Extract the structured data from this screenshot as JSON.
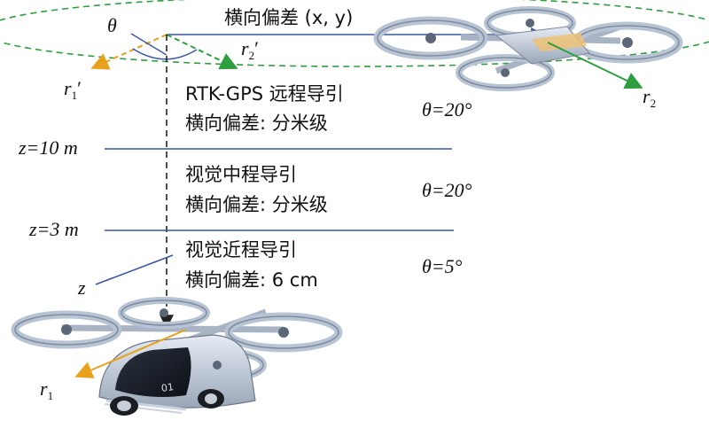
{
  "top": {
    "lateral_label": "横向偏差 (x, y)",
    "theta_symbol": "θ",
    "r1_prime": "r",
    "r1_prime_sub": "1",
    "r1_prime_mark": "′",
    "r2_prime": "r",
    "r2_prime_sub": "2",
    "r2_prime_mark": "′",
    "r2": "r",
    "r2_sub": "2"
  },
  "stages": [
    {
      "title": "RTK-GPS 远程导引",
      "deviation": "横向偏差: 分米级",
      "angle": "θ=20°"
    },
    {
      "title": "视觉中程导引",
      "deviation": "横向偏差: 分米级",
      "angle": "θ=20°"
    },
    {
      "title": "视觉近程导引",
      "deviation": "横向偏差: 6 cm",
      "angle": "θ=5°"
    }
  ],
  "heights": {
    "z10": "z=10 m",
    "z3": "z=3 m",
    "z_axis": "z"
  },
  "bottom": {
    "r1": "r",
    "r1_sub": "1",
    "car_number": "01"
  },
  "colors": {
    "green": "#2e9e3e",
    "orange": "#e8a11c",
    "blue": "#3a55a4",
    "dark": "#222222"
  }
}
